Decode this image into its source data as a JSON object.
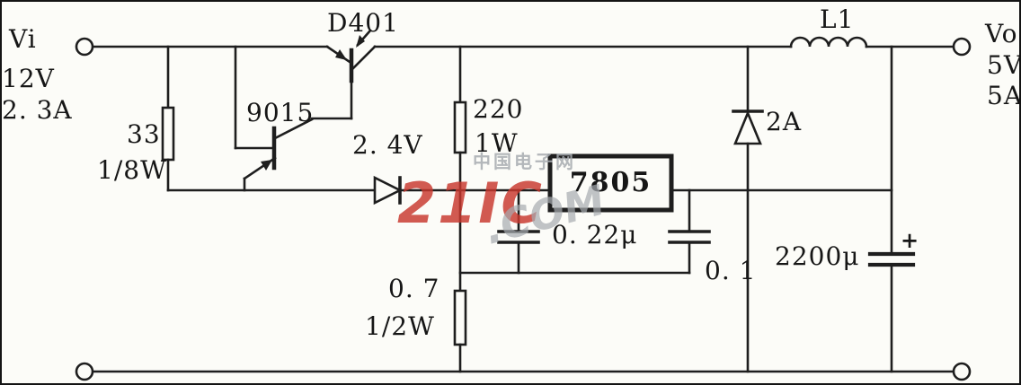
{
  "labels": {
    "vi": "Vi",
    "vi_v": "12V",
    "vi_a": "2. 3A",
    "d401": "D401",
    "q1": "9015",
    "r1": "33",
    "r1_w": "1/8W",
    "zd": "2. 4V",
    "r2": "220",
    "r2_w": "1W",
    "ic": "7805",
    "c1": "0. 22μ",
    "c2": "0. 1",
    "r3": "0. 7",
    "r3_w": "1/2W",
    "d2": "2A",
    "c3": "2200μ",
    "c3_plus": "+",
    "l1": "L1",
    "vo": "Vo",
    "vo_v": "5V",
    "vo_a": "5A"
  },
  "watermark": {
    "brand": "21IC",
    "dot_com": ".COM",
    "site": "中国电子网",
    "red": "#c8372d",
    "gray": "#a7abb0"
  },
  "colors": {
    "ink": "#1e1e1e",
    "paper": "#fcfcf8"
  }
}
